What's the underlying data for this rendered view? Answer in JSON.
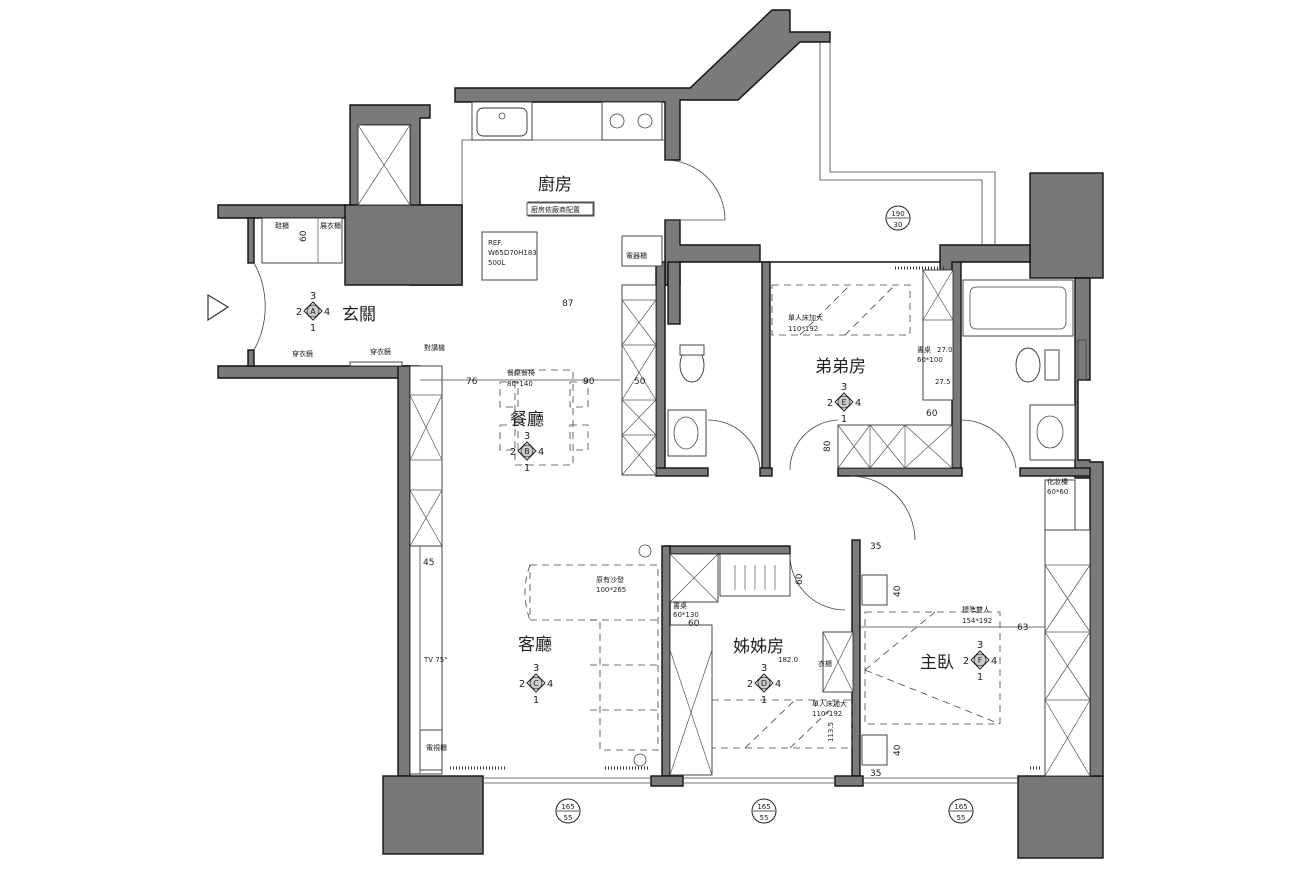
{
  "rooms": {
    "kitchen": "廚房",
    "entrance": "玄關",
    "dining": "餐廳",
    "living": "客廳",
    "brother": "弟弟房",
    "sister": "姊姊房",
    "master": "主臥"
  },
  "labels": {
    "kitchen_note": "廚房依廠商配置",
    "fridge": [
      "REF.",
      "W65D70H183",
      "500L"
    ],
    "appliance_cab": "電器櫃",
    "shoe_cab": "鞋櫃",
    "coat_cab_top": "展衣櫃",
    "coat_cab": "穿衣鏡",
    "coat_cab2": "穿衣鏡",
    "intercom": "對講機",
    "dining_table": [
      "餐桌餐椅",
      "80*140"
    ],
    "sofa": [
      "原有沙發",
      "100*265"
    ],
    "tv": "TV 75\"",
    "tv_cab": "電視櫃",
    "brother_bed": [
      "單人床加大",
      "110*192"
    ],
    "brother_desk": [
      "書桌",
      "60*100"
    ],
    "sister_desk": [
      "書桌",
      "60*130"
    ],
    "sister_bed": [
      "單人床加大",
      "110*192"
    ],
    "sister_wardrobe": "衣櫃",
    "master_bed": [
      "標準雙人",
      "154*192"
    ],
    "makeup": [
      "化妝檯",
      "60*60"
    ],
    "small_note": "182.0",
    "small_note2": "27.5",
    "small_note3": "27.0",
    "small_note4": "113.5"
  },
  "dims": {
    "d60a": "60",
    "d87": "87",
    "d76": "76",
    "d90": "90",
    "d50": "50",
    "d60b": "60",
    "d80": "80",
    "d45": "45",
    "d35a": "35",
    "d60c": "60",
    "d40a": "40",
    "d60d": "60",
    "d63": "63",
    "d40b": "40",
    "d35b": "35"
  },
  "markers": [
    {
      "id": "A",
      "top": "3",
      "left": "2",
      "right": "4",
      "bottom": "1"
    },
    {
      "id": "B",
      "top": "3",
      "left": "2",
      "right": "4",
      "bottom": "1"
    },
    {
      "id": "C",
      "top": "3",
      "left": "2",
      "right": "4",
      "bottom": "1"
    },
    {
      "id": "D",
      "top": "3",
      "left": "2",
      "right": "4",
      "bottom": "1"
    },
    {
      "id": "E",
      "top": "3",
      "left": "2",
      "right": "4",
      "bottom": "1"
    },
    {
      "id": "F",
      "top": "3",
      "left": "2",
      "right": "4",
      "bottom": "1"
    }
  ],
  "windows": [
    {
      "top": "190",
      "bottom": "30"
    },
    {
      "top": "165",
      "bottom": "55"
    },
    {
      "top": "165",
      "bottom": "55"
    },
    {
      "top": "165",
      "bottom": "55"
    }
  ]
}
